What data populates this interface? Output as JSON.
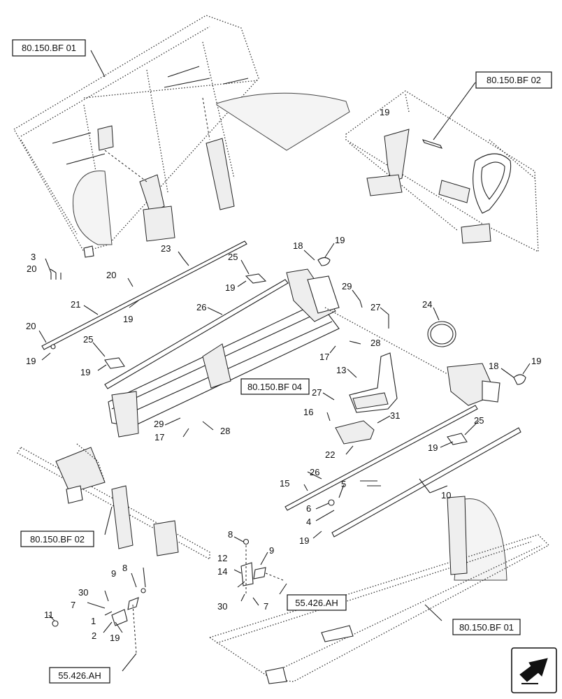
{
  "refs": {
    "bf01_top": "80.150.BF 01",
    "bf02_top": "80.150.BF 02",
    "bf04": "80.150.BF 04",
    "bf02_left": "80.150.BF 02",
    "ah_mid": "55.426.AH",
    "ah_low": "55.426.AH",
    "bf01_bottom": "80.150.BF 01"
  },
  "callouts": {
    "n19a": "19",
    "n18a": "18",
    "n19b": "19",
    "n3": "3",
    "n20a": "20",
    "n23": "23",
    "n25a": "25",
    "n20b": "20",
    "n19c": "19",
    "n29a": "29",
    "n21": "21",
    "n26a": "26",
    "n27a": "27",
    "n24": "24",
    "n19d": "19",
    "n20c": "20",
    "n28a": "28",
    "n17a": "17",
    "n25b": "25",
    "n18b": "18",
    "n19e": "19",
    "n19f": "19",
    "n19g": "19",
    "n13": "13",
    "n27b": "27",
    "n16": "16",
    "n31": "31",
    "n29b": "29",
    "n28b": "28",
    "n17b": "17",
    "n25c": "25",
    "n19h": "19",
    "n22": "22",
    "n26b": "26",
    "n15": "15",
    "n5": "5",
    "n10": "10",
    "n6": "6",
    "n4": "4",
    "n19i": "19",
    "n8a": "8",
    "n9a": "9",
    "n12": "12",
    "n14": "14",
    "n8b": "8",
    "n9b": "9",
    "n30a": "30",
    "n7a": "7",
    "n11": "11",
    "n1": "1",
    "n2": "2",
    "n19j": "19",
    "n30b": "30",
    "n7b": "7"
  }
}
